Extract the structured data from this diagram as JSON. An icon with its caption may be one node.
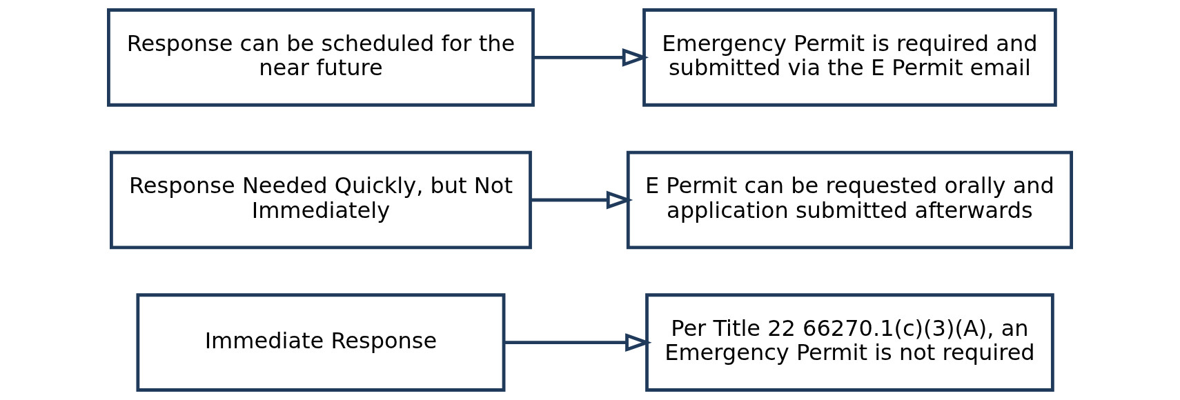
{
  "diagram": {
    "nodes": [
      {
        "text": [
          "Immediate Response"
        ]
      },
      {
        "text": [
          "Per Title 22 66270.1(c)(3)(A), an Emergency Permit is not required"
        ]
      },
      {
        "text": [
          "Response Needed Quickly, but Not Immediately"
        ]
      },
      {
        "text": [
          "E Permit can be requested orally and application submitted afterwards"
        ]
      },
      {
        "text": [
          "Response can be scheduled for the near future"
        ]
      },
      {
        "text": [
          "Emergency Permit is required and submitted via the E Permit email"
        ]
      }
    ],
    "edges": [
      {
        "from": 0,
        "to": 1,
        "arrow": "to"
      },
      {
        "from": 2,
        "to": 3,
        "arrow": "to"
      },
      {
        "from": 4,
        "to": 5,
        "arrow": "to"
      }
    ]
  }
}
